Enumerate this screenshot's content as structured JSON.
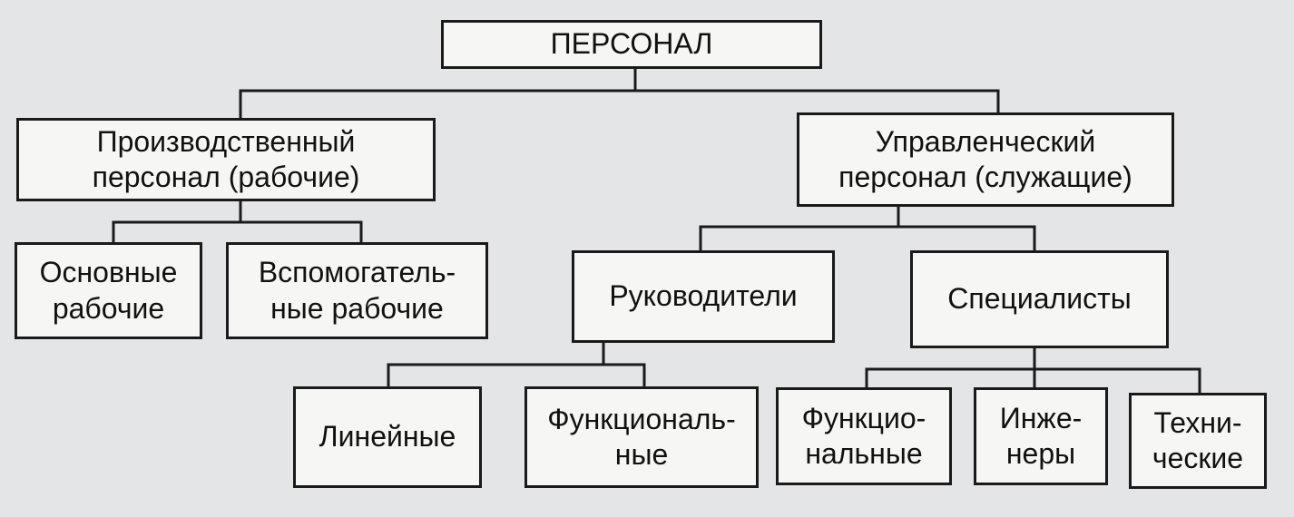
{
  "nodes": {
    "root": "ПЕРСОНАЛ",
    "production": "Производственный\nперсонал (рабочие)",
    "management": "Управленческий\nперсонал (служащие)",
    "main_workers": "Основные\nрабочие",
    "aux_workers": "Вспомогатель-\nные рабочие",
    "managers": "Руководители",
    "specialists": "Специалисты",
    "line_managers": "Линейные",
    "functional_managers": "Функциональ-\nные",
    "functional_specialists": "Функцио-\nнальные",
    "engineers": "Инже-\nнеры",
    "technicians": "Техни-\nческие"
  },
  "colors": {
    "line": "#1a1a1a",
    "box_fill": "#f6f6f4",
    "background": "#e4e5e7"
  }
}
